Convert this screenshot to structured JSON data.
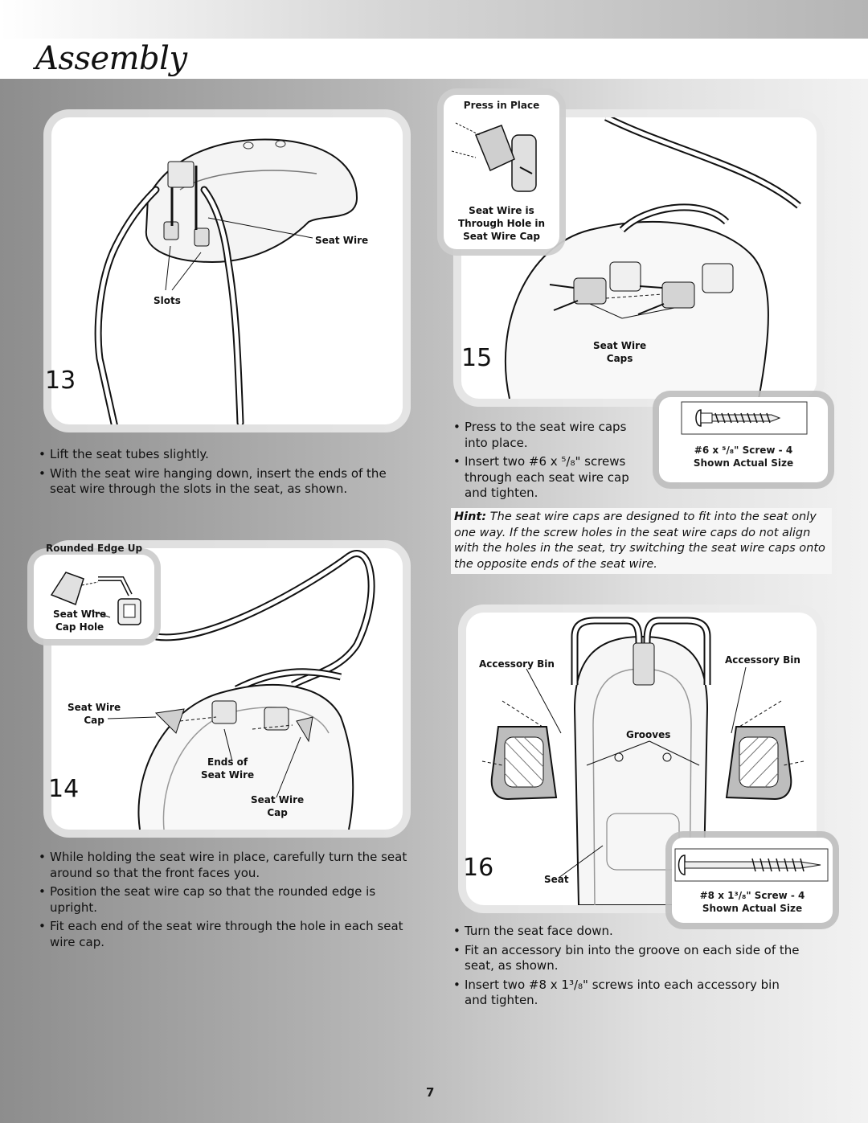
{
  "header": {
    "title": "Assembly"
  },
  "step13": {
    "number": "13",
    "labels": {
      "seat_wire": "Seat Wire",
      "slots": "Slots"
    },
    "bullets": [
      "Lift the seat tubes slightly.",
      "With the seat wire hanging down, insert the ends of the seat wire through the slots in the seat, as shown."
    ]
  },
  "step14": {
    "number": "14",
    "inset": {
      "title": "Rounded Edge Up",
      "label_line1": "Seat Wire",
      "label_line2": "Cap Hole"
    },
    "labels": {
      "seat_wire_cap_line1": "Seat Wire",
      "seat_wire_cap_line2": "Cap",
      "ends_line1": "Ends of",
      "ends_line2": "Seat Wire",
      "cap2_line1": "Seat Wire",
      "cap2_line2": "Cap"
    },
    "bullets": [
      "While holding the seat wire in place, carefully turn the seat around so that the front faces you.",
      "Position the seat wire cap so that the rounded edge is upright.",
      "Fit each end of the seat wire through the hole in each seat wire cap."
    ]
  },
  "step15": {
    "number": "15",
    "inset": {
      "title": "Press in Place",
      "line1": "Seat Wire is",
      "line2": "Through Hole in",
      "line3": "Seat Wire Cap"
    },
    "labels": {
      "caps_line1": "Seat Wire",
      "caps_line2": "Caps"
    },
    "screw": {
      "line1": "#6 x ⁵/₈\" Screw - 4",
      "line2": "Shown Actual Size"
    },
    "bullets": [
      "Press to the seat wire caps into place.",
      "Insert two #6 x ⁵/₈\" screws through each seat wire cap and tighten."
    ],
    "hint_label": "Hint:",
    "hint_text": " The seat wire caps are designed to fit into the seat only one way. If the screw holes in the seat wire caps do not align with the holes in the seat, try switching the seat wire caps onto the opposite ends of the seat wire."
  },
  "step16": {
    "number": "16",
    "labels": {
      "accessory_bin_left": "Accessory Bin",
      "accessory_bin_right": "Accessory Bin",
      "grooves": "Grooves",
      "seat": "Seat"
    },
    "screw": {
      "line1": "#8 x 1³/₈\" Screw - 4",
      "line2": "Shown Actual Size"
    },
    "bullets": [
      "Turn the seat face down.",
      "Fit an accessory bin into the groove on each side of the seat, as shown.",
      "Insert two #8 x 1³/₈\" screws into each accessory bin and tighten."
    ]
  },
  "footer": {
    "page_number": "7"
  }
}
